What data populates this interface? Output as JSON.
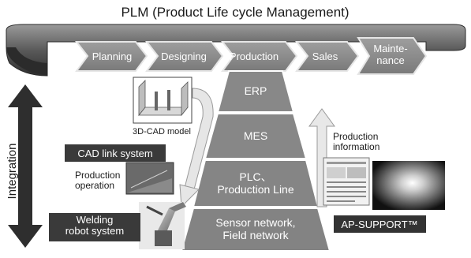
{
  "title": "PLM (Product Life cycle Management)",
  "stages": [
    "Planning",
    "Designing",
    "Production",
    "Sales",
    "Mainte-\nnance"
  ],
  "pyramid": [
    "ERP",
    "MES",
    "PLC、\nProduction Line",
    "Sensor network,\nField network"
  ],
  "left_side": {
    "axis_label": "Integration",
    "cad_model_label": "3D-CAD model",
    "cad_link_label": "CAD link system",
    "production_operation": "Production\noperation",
    "welding_label": "Welding\nrobot system"
  },
  "right_side": {
    "production_information": "Production\ninformation",
    "ap_support_label": "AP-SUPPORT™"
  },
  "colors": {
    "band_dark": "#3a3a3a",
    "band_light": "#8a8a8a",
    "stage_fill": "#8c8c8c",
    "pyramid_fill": "#878787",
    "dark_box": "#333333",
    "arrow_light": "#cfcfcf"
  }
}
